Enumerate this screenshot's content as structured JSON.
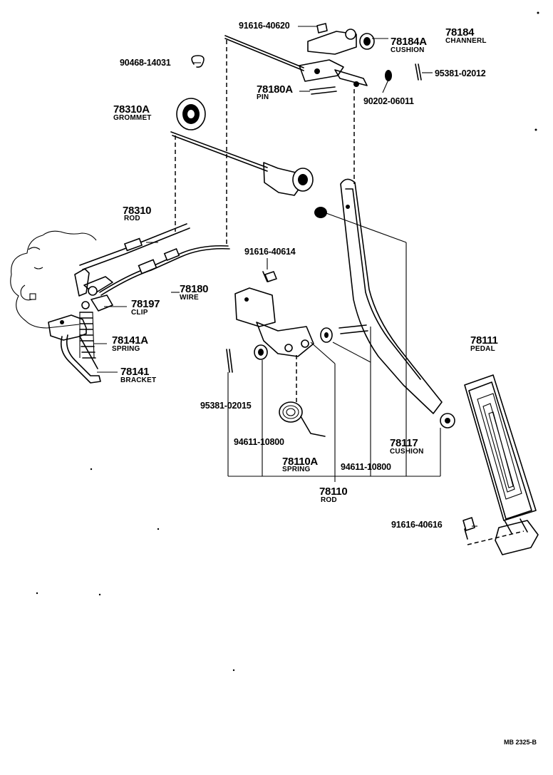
{
  "diagram_code": "MB 2325-B",
  "parts": [
    {
      "id": "p1",
      "number": "91616-40620",
      "name": ""
    },
    {
      "id": "p2",
      "number": "78184",
      "name": "CHANNERL"
    },
    {
      "id": "p3",
      "number": "78184A",
      "name": "CUSHION"
    },
    {
      "id": "p4",
      "number": "90468-14031",
      "name": ""
    },
    {
      "id": "p5",
      "number": "95381-02012",
      "name": ""
    },
    {
      "id": "p6",
      "number": "78180A",
      "name": "PIN"
    },
    {
      "id": "p7",
      "number": "90202-06011",
      "name": ""
    },
    {
      "id": "p8",
      "number": "78310A",
      "name": "GROMMET"
    },
    {
      "id": "p9",
      "number": "78310",
      "name": "ROD"
    },
    {
      "id": "p10",
      "number": "91616-40614",
      "name": ""
    },
    {
      "id": "p11",
      "number": "78180",
      "name": "WIRE"
    },
    {
      "id": "p12",
      "number": "78197",
      "name": "CLIP"
    },
    {
      "id": "p13",
      "number": "78141A",
      "name": "SPRING"
    },
    {
      "id": "p14",
      "number": "78141",
      "name": "BRACKET"
    },
    {
      "id": "p15",
      "number": "78111",
      "name": "PEDAL"
    },
    {
      "id": "p16",
      "number": "95381-02015",
      "name": ""
    },
    {
      "id": "p17",
      "number": "94611-10800",
      "name": ""
    },
    {
      "id": "p18",
      "number": "78110A",
      "name": "SPRING"
    },
    {
      "id": "p19",
      "number": "78117",
      "name": "CUSHION"
    },
    {
      "id": "p20",
      "number": "94611-10800",
      "name": ""
    },
    {
      "id": "p21",
      "number": "78110",
      "name": "ROD"
    },
    {
      "id": "p22",
      "number": "91616-40616",
      "name": ""
    }
  ]
}
